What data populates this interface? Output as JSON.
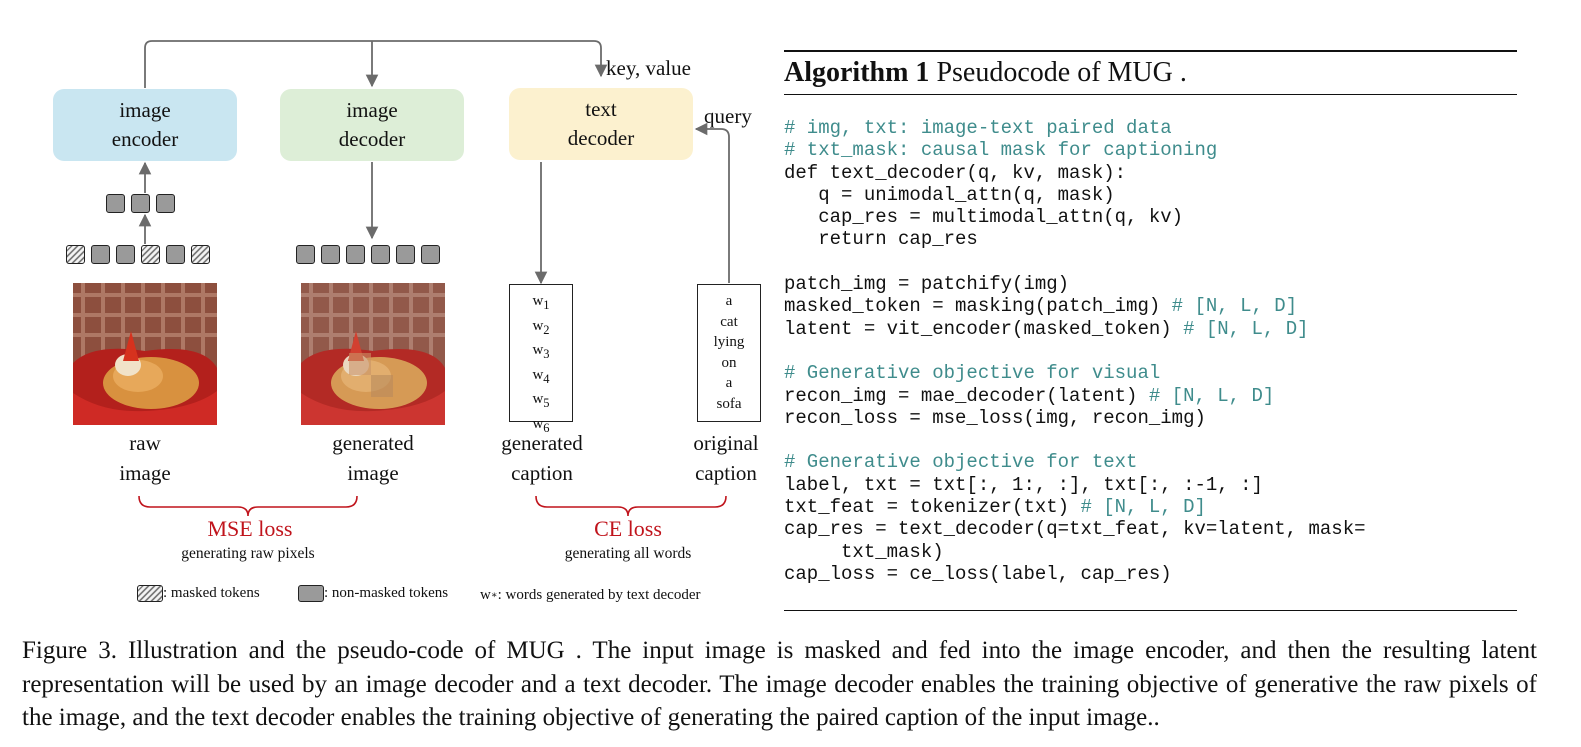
{
  "diagram": {
    "key_value_label": "key, value",
    "query_label": "query",
    "image_encoder": [
      "image",
      "encoder"
    ],
    "image_decoder": [
      "image",
      "decoder"
    ],
    "text_decoder": [
      "text",
      "decoder"
    ],
    "raw_image_label": [
      "raw",
      "image"
    ],
    "generated_image_label": [
      "generated",
      "image"
    ],
    "generated_caption_label": [
      "generated",
      "caption"
    ],
    "original_caption_label": [
      "original",
      "caption"
    ],
    "generated_words": [
      "1",
      "2",
      "3",
      "4",
      "5",
      "6"
    ],
    "generated_word_letter": "w",
    "original_words": [
      "a",
      "cat",
      "lying",
      "on",
      "a",
      "sofa"
    ],
    "mse_loss": "MSE loss",
    "mse_loss_desc": "generating raw pixels",
    "ce_loss": "CE loss",
    "ce_loss_desc": "generating all words",
    "legend_masked": ": masked tokens",
    "legend_nonmasked": ": non-masked tokens",
    "legend_words": "w",
    "legend_words_sub": "∗",
    "legend_words_desc": ": words generated by text decoder",
    "colors": {
      "encoder": "#c9e6f1",
      "decoder_img": "#ddeed7",
      "decoder_txt": "#fcf1cf",
      "loss": "#c0141c",
      "code_comment": "#3f8c8c"
    }
  },
  "algorithm": {
    "label": "Algorithm 1",
    "title": " Pseudocode of MUG .",
    "code": [
      {
        "t": "",
        "c": "# img, txt: image-text paired data"
      },
      {
        "t": "",
        "c": "# txt_mask: causal mask for captioning"
      },
      {
        "t": "def text_decoder(q, kv, mask):",
        "c": ""
      },
      {
        "t": "   q = unimodal_attn(q, mask)",
        "c": ""
      },
      {
        "t": "   cap_res = multimodal_attn(q, kv)",
        "c": ""
      },
      {
        "t": "   return cap_res",
        "c": ""
      },
      {
        "t": "",
        "c": ""
      },
      {
        "t": "patch_img = patchify(img)",
        "c": ""
      },
      {
        "t": "masked_token = masking(patch_img) ",
        "c": "# [N, L, D]"
      },
      {
        "t": "latent = vit_encoder(masked_token) ",
        "c": "# [N, L, D]"
      },
      {
        "t": "",
        "c": ""
      },
      {
        "t": "",
        "c": "# Generative objective for visual"
      },
      {
        "t": "recon_img = mae_decoder(latent) ",
        "c": "# [N, L, D]"
      },
      {
        "t": "recon_loss = mse_loss(img, recon_img)",
        "c": ""
      },
      {
        "t": "",
        "c": ""
      },
      {
        "t": "",
        "c": "# Generative objective for text"
      },
      {
        "t": "label, txt = txt[:, 1:, :], txt[:, :-1, :]",
        "c": ""
      },
      {
        "t": "txt_feat = tokenizer(txt) ",
        "c": "# [N, L, D]"
      },
      {
        "t": "cap_res = text_decoder(q=txt_feat, kv=latent, mask=",
        "c": ""
      },
      {
        "t": "     txt_mask)",
        "c": ""
      },
      {
        "t": "cap_loss = ce_loss(label, cap_res)",
        "c": ""
      }
    ]
  },
  "caption": "Figure 3. Illustration and the pseudo-code of MUG . The input image is masked and fed into the image encoder, and then the resulting latent representation will be used by an image decoder and a text decoder. The image decoder enables the training objective of generative the raw pixels of the image, and the text decoder enables the training objective of generating the paired caption of the input image.."
}
